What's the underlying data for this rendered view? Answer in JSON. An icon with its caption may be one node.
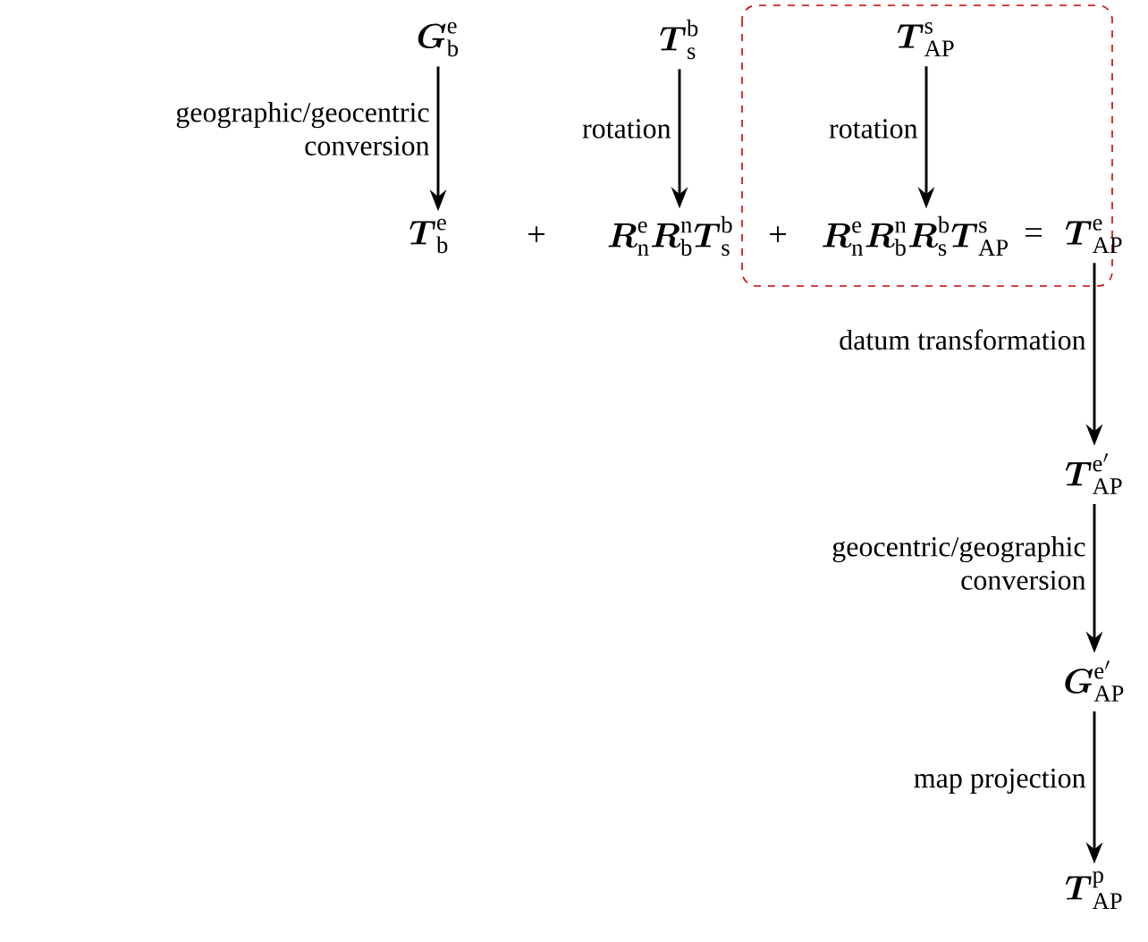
{
  "diagram": {
    "nodes": [
      {
        "text": [
          "\\boldsymbol{G}^{\\mathrm{e}}_{\\mathrm{b}}"
        ]
      },
      {
        "text": [
          "\\boldsymbol{T}^{\\mathrm{b}}_{\\mathrm{s}}"
        ]
      },
      {
        "text": [],
        "shape": "box"
      },
      {
        "text": [
          "\\boldsymbol{T}^{\\mathrm{s}}_{\\mathrm{AP}}"
        ],
        "in": 2
      },
      {
        "text": [
          "\\boldsymbol{T}^{\\mathrm{e}}_{\\mathrm{b}}"
        ]
      },
      {
        "text": [
          "\\boldsymbol{R}^{\\mathrm{e}}_{\\mathrm{n}}\\boldsymbol{R}^{\\mathrm{n}}_{\\mathrm{b}}\\boldsymbol{T}^{\\mathrm{b}}_{\\mathrm{s}}"
        ]
      },
      {
        "text": [
          "\\boldsymbol{R}^{\\mathrm{e}}_{\\mathrm{n}}\\boldsymbol{R}^{\\mathrm{n}}_{\\mathrm{b}}\\boldsymbol{R}^{\\mathrm{b}}_{\\mathrm{s}}\\boldsymbol{T}^{\\mathrm{s}}_{\\mathrm{AP}}"
        ],
        "in": 2
      },
      {
        "text": [
          "\\boldsymbol{T}^{\\mathrm{e}}_{\\mathrm{AP}}"
        ]
      },
      {
        "text": [
          "\\boldsymbol{T}^{\\mathrm{e'}}_{\\mathrm{AP}}"
        ]
      },
      {
        "text": [
          "\\boldsymbol{G}^{\\mathrm{e'}}_{\\mathrm{AP}}"
        ]
      },
      {
        "text": [
          "\\boldsymbol{T}^{\\mathrm{p}}_{\\mathrm{AP}}"
        ]
      }
    ],
    "edges": [
      {
        "from": 0,
        "to": 4,
        "arrow": "to",
        "label": "geographic/geocentric conversion"
      },
      {
        "from": 1,
        "to": 5,
        "arrow": "to",
        "label": "rotation"
      },
      {
        "from": 3,
        "to": 6,
        "arrow": "to",
        "label": "rotation"
      },
      {
        "from": 7,
        "to": 8,
        "arrow": "to",
        "label": "datum transformation"
      },
      {
        "from": 8,
        "to": 9,
        "arrow": "to",
        "label": "geocentric/geographic conversion"
      },
      {
        "from": 9,
        "to": 10,
        "arrow": "to",
        "label": "map projection"
      }
    ],
    "labels": [
      "+",
      "+",
      "="
    ]
  }
}
